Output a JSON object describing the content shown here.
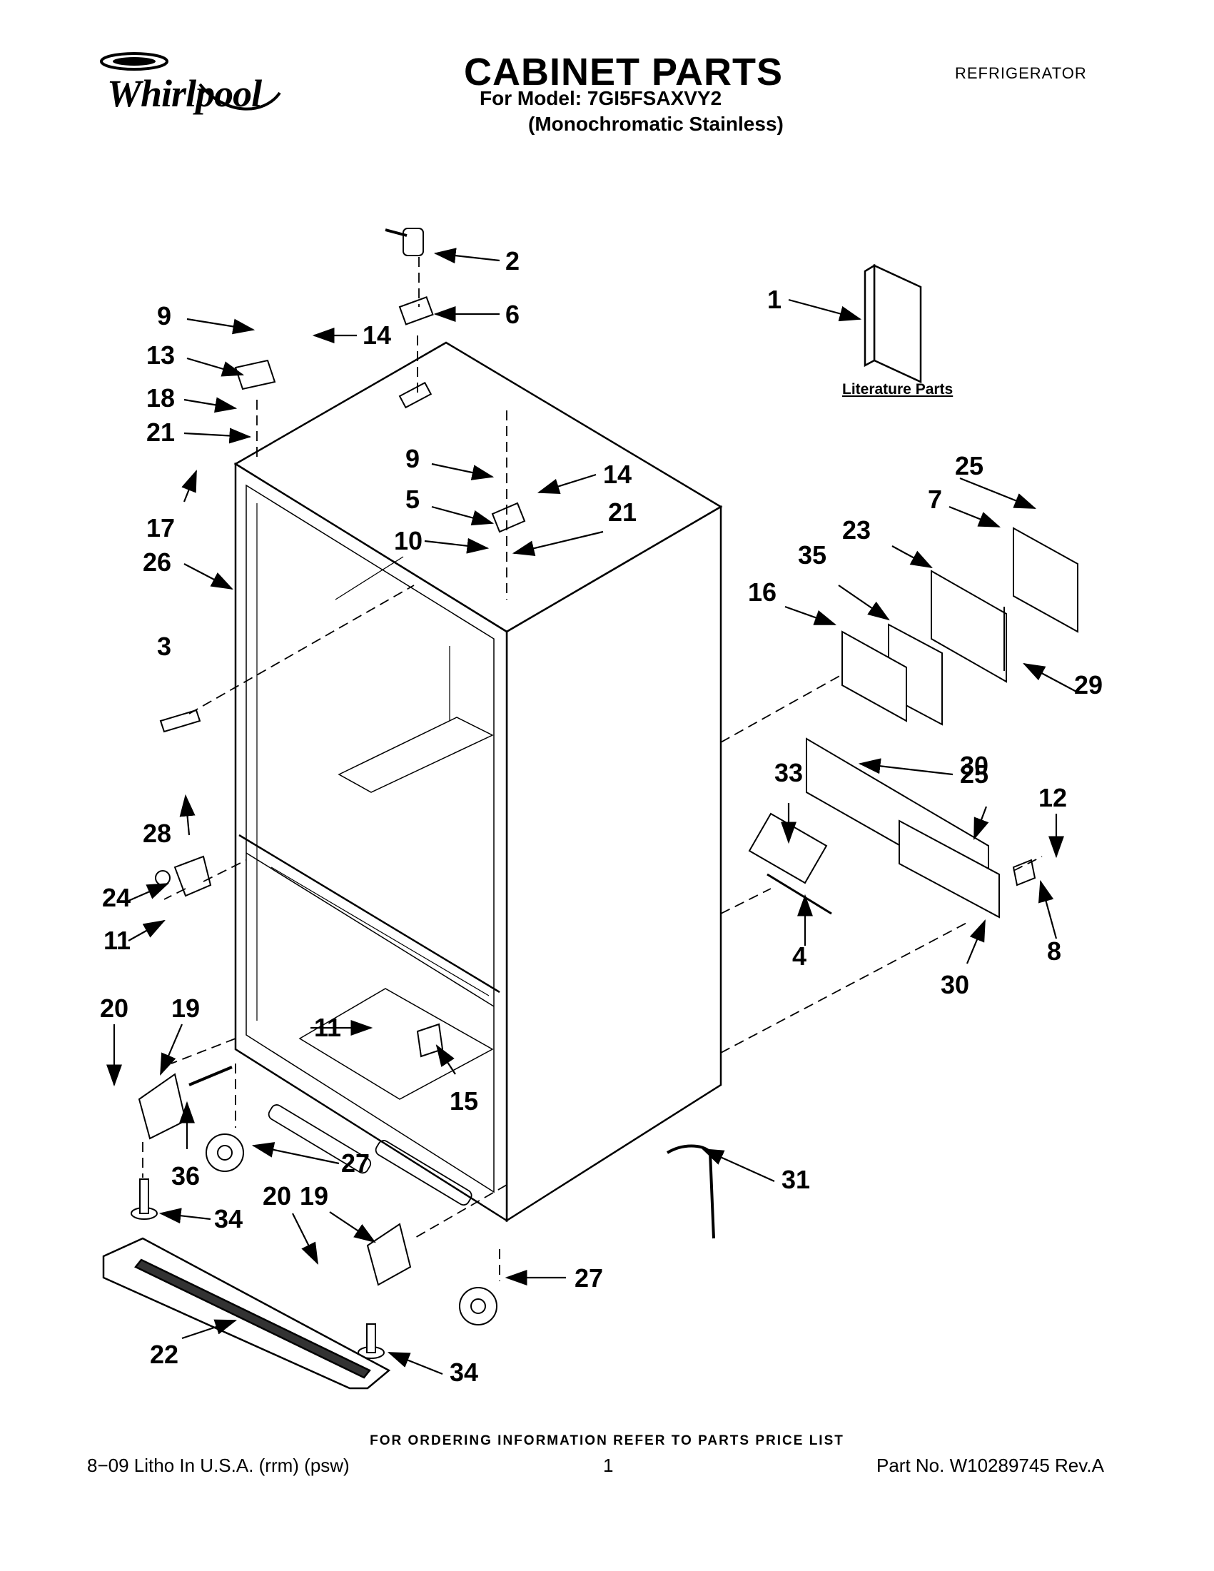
{
  "header": {
    "brand": "Whirlpool",
    "title": "CABINET PARTS",
    "model_line": "For Model: 7GI5FSAXVY2",
    "finish_line": "(Monochromatic Stainless)",
    "appliance": "REFRIGERATOR"
  },
  "diagram": {
    "literature_label": "Literature Parts",
    "callouts": [
      "1",
      "2",
      "3",
      "4",
      "5",
      "6",
      "7",
      "8",
      "9",
      "9",
      "10",
      "11",
      "11",
      "12",
      "13",
      "14",
      "14",
      "15",
      "16",
      "17",
      "18",
      "19",
      "19",
      "20",
      "20",
      "21",
      "21",
      "22",
      "23",
      "24",
      "25",
      "25",
      "26",
      "27",
      "27",
      "28",
      "29",
      "30",
      "30",
      "31",
      "33",
      "34",
      "34",
      "35",
      "36"
    ]
  },
  "footer": {
    "order_note": "FOR ORDERING INFORMATION REFER TO PARTS PRICE LIST",
    "litho": "8−09 Litho In U.S.A. (rrm) (psw)",
    "page": "1",
    "part_number": "Part No. W10289745 Rev.A"
  }
}
